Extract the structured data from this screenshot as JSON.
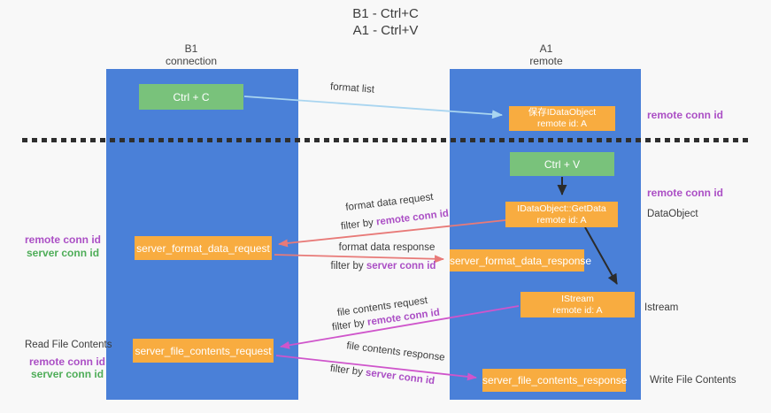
{
  "title": {
    "line1": "B1 - Ctrl+C",
    "line2": "A1 - Ctrl+V"
  },
  "lanes": {
    "left": {
      "title": "B1",
      "subtitle": "connection"
    },
    "right": {
      "title": "A1",
      "subtitle": "remote"
    }
  },
  "nodes": {
    "ctrl_c": {
      "label": "Ctrl + C"
    },
    "ctrl_v": {
      "label": "Ctrl + V"
    },
    "saved_dataobject": {
      "line1": "保存IDataObject",
      "line2": "remote id: A"
    },
    "getdata": {
      "line1": "IDataObject::GetData",
      "line2": "remote id: A"
    },
    "istream": {
      "line1": "IStream",
      "line2": "remote id: A"
    },
    "server_format_data_request": {
      "label": "server_format_data_request"
    },
    "server_format_data_response": {
      "label": "server_format_data_response"
    },
    "server_file_contents_request": {
      "label": "server_file_contents_request"
    },
    "server_file_contents_response": {
      "label": "server_file_contents_response"
    }
  },
  "arrow_labels": {
    "format_list": "format list",
    "format_data_request": "format data request",
    "format_data_response": "format data response",
    "file_contents_request": "file contents request",
    "file_contents_response": "file contents response",
    "filter_by": "filter by",
    "remote_conn_id": "remote conn id",
    "server_conn_id": "server conn id"
  },
  "side_labels": {
    "remote_conn_id": "remote conn id",
    "server_conn_id": "server conn id",
    "read_file_contents": "Read File Contents",
    "write_file_contents": "Write File Contents",
    "dataobject": "DataObject",
    "istream": "Istream"
  },
  "colors": {
    "lane_blue": "#4a80d8",
    "node_orange": "#f8ac40",
    "node_green": "#79c27b",
    "arrow_lightblue": "#a9d5f0",
    "arrow_red": "#e87a78",
    "arrow_magenta": "#cf55cb",
    "arrow_black": "#2b2b2b",
    "conn_id_purple": "#ab4fc5",
    "conn_id_green": "#4ead58",
    "background": "#f8f8f8"
  }
}
